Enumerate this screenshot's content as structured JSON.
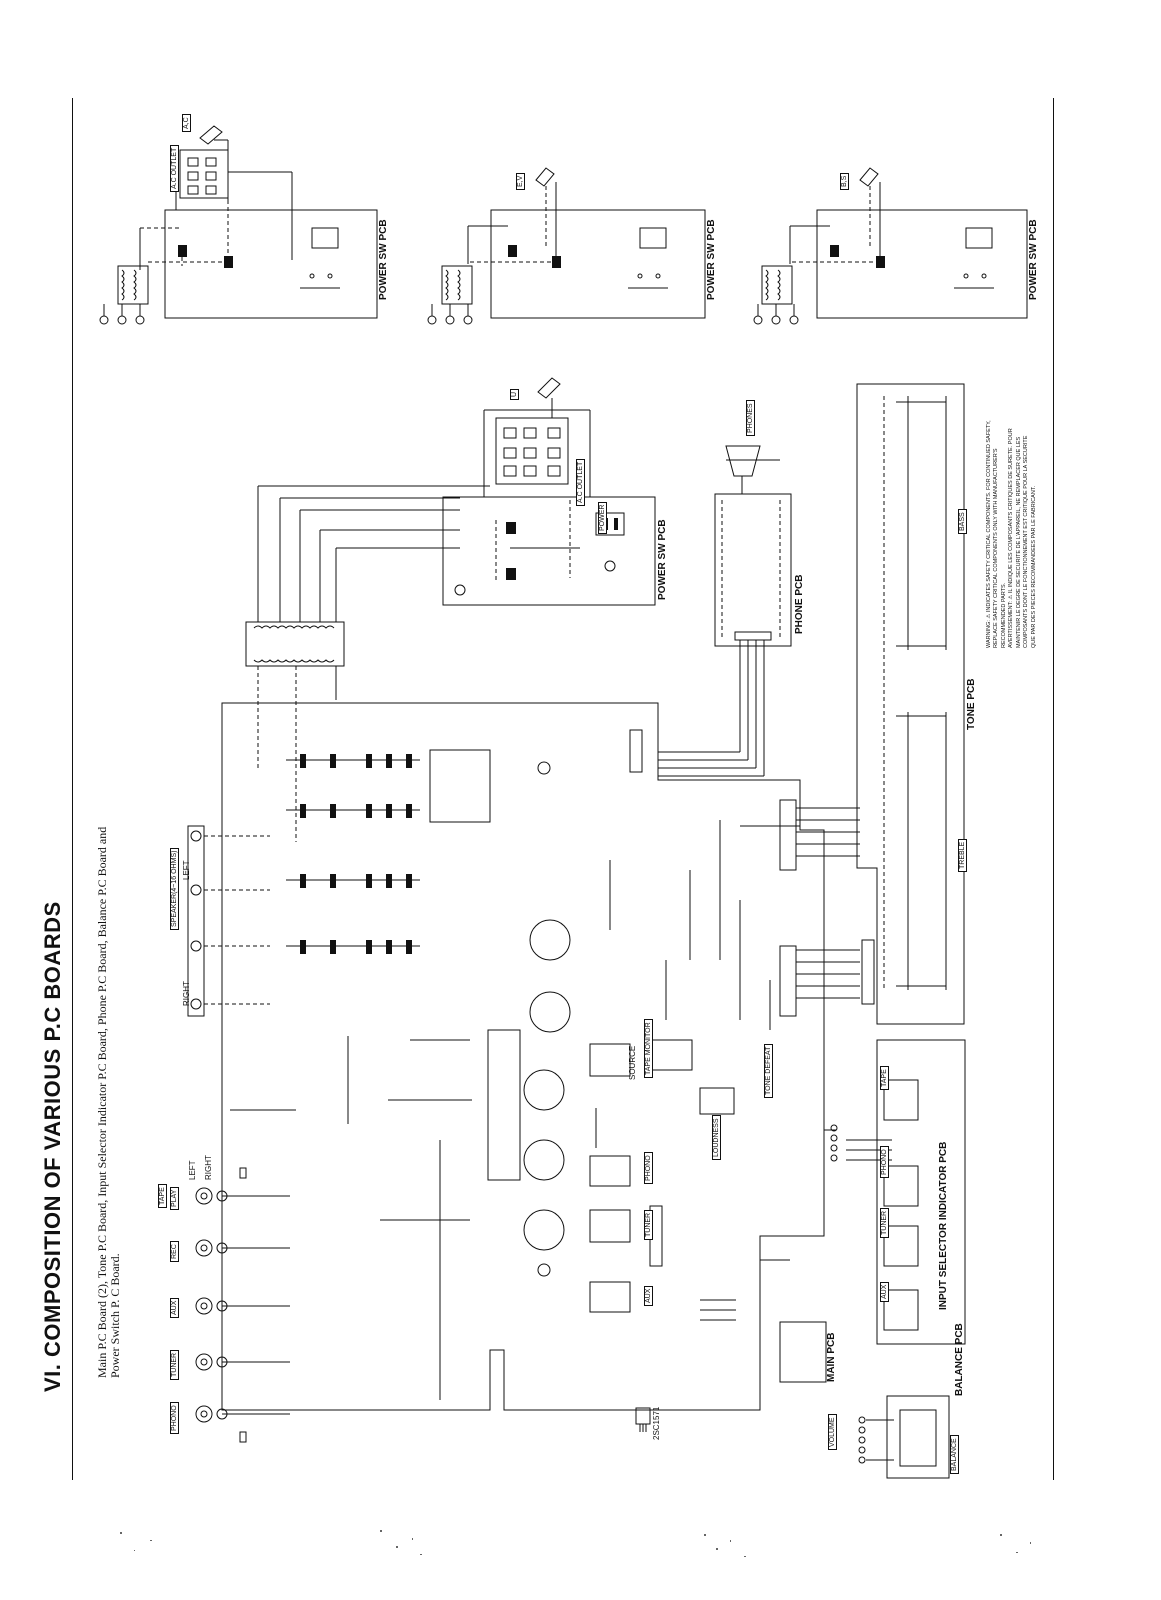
{
  "page": {
    "title": "VI. COMPOSITION OF VARIOUS P.C BOARDS",
    "subtitle_line1": "Main P.C Board (2), Tone P.C Board, Input Selector Indicator P.C Board, Phone P.C Board, Balance P.C Board and",
    "subtitle_line2": "Power Switch P. C Board."
  },
  "pcb_labels": {
    "power_sw_1": "POWER SW PCB",
    "power_sw_2": "POWER SW PCB",
    "power_sw_3": "POWER SW PCB",
    "power_sw_main": "POWER SW PCB",
    "phone": "PHONE PCB",
    "tone": "TONE PCB",
    "main": "MAIN PCB",
    "input_selector": "INPUT SELECTOR INDICATOR PCB",
    "balance": "BALANCE PCB"
  },
  "variant_tags": {
    "a": "A,C",
    "b": "E,V",
    "c": "B,S",
    "u": "U"
  },
  "connectors": {
    "speaker_title": "SPEAKER(4~16 OHMS)",
    "right": "RIGHT",
    "left": "LEFT",
    "tape": "TAPE",
    "play": "PLAY",
    "rec": "REC",
    "aux": "AUX",
    "tuner": "TUNER",
    "phono": "PHONO",
    "left_small": "LEFT",
    "right_small": "RIGHT"
  },
  "controls": {
    "volume": "VOLUME",
    "balance": "BALANCE",
    "bass": "BASS",
    "treble": "TREBLE",
    "phones": "PHONES",
    "power": "POWER",
    "tape_monitor": "TAPE MONITOR",
    "tone_defeat": "TONE DEFEAT",
    "loudness": "LOUDNESS",
    "source": "SOURCE",
    "ac_outlet": "A.C OUTLET",
    "ac_outlet_main": "A.C OUTLET"
  },
  "selector_buttons": [
    "TAPE",
    "PHONO",
    "TUNER",
    "AUX"
  ],
  "main_switch_labels": [
    "TAPE MONITOR",
    "PHONO",
    "TUNER",
    "AUX"
  ],
  "transistor_label": "2SC1571",
  "warning": {
    "line1": "WARNING: ⚠ INDICATES SAFETY CRITICAL COMPONENTS. FOR CONTINUED SAFETY,",
    "line2": "REPLACE SAFETY CRITICAL COMPONENTS ONLY WITH MANUFACTURER'S",
    "line3": "RECOMMENDED PARTS.",
    "line4": "AVERTISSEMENT: ⚠ IL INDIQUE LES COMPOSANTS CRITIQUES DE SURETE. POUR",
    "line5": "MAINTENIR LE DEGRE DE SECURITE DE L'APPAREIL, NE REMPLACER QUE LES",
    "line6": "COMPOSANTS DONT LE FONCTIONNEMENT EST CRITIQUE POUR LA SECURITE",
    "line7": "QUE PAR DES PIECES RECOMMANDEES PAR LE FABRICANT."
  }
}
